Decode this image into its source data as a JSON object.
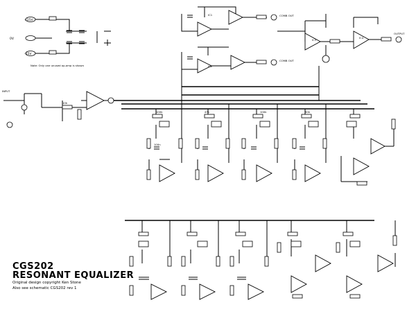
{
  "title": {
    "model": "CGS202",
    "name": "RESONANT EQUALIZER",
    "credit_1": "Original design copyright Ken Stone",
    "credit_2": "Also see schematic CGS202 rev 1"
  },
  "labels": {
    "power_1": "+15V",
    "power_2": "0V",
    "power_3": "-15V",
    "note": "Note: Only one unused op-amp is shown",
    "input": "INPUT",
    "output": "OUTPUT",
    "comb_out_1": "COMB OUT",
    "comb_out_2": "COMB OUT",
    "ic1": "IC1",
    "ic2": "IC2",
    "ic3": "IC3",
    "ic4": "IC4",
    "res_10k": "10k",
    "res_100k": "100k",
    "res_47k": "47k",
    "cap_100n": "100n",
    "pot_100k": "100k",
    "pot_50k": "50k"
  },
  "colors": {
    "ink": "#000000",
    "paper": "#ffffff"
  }
}
